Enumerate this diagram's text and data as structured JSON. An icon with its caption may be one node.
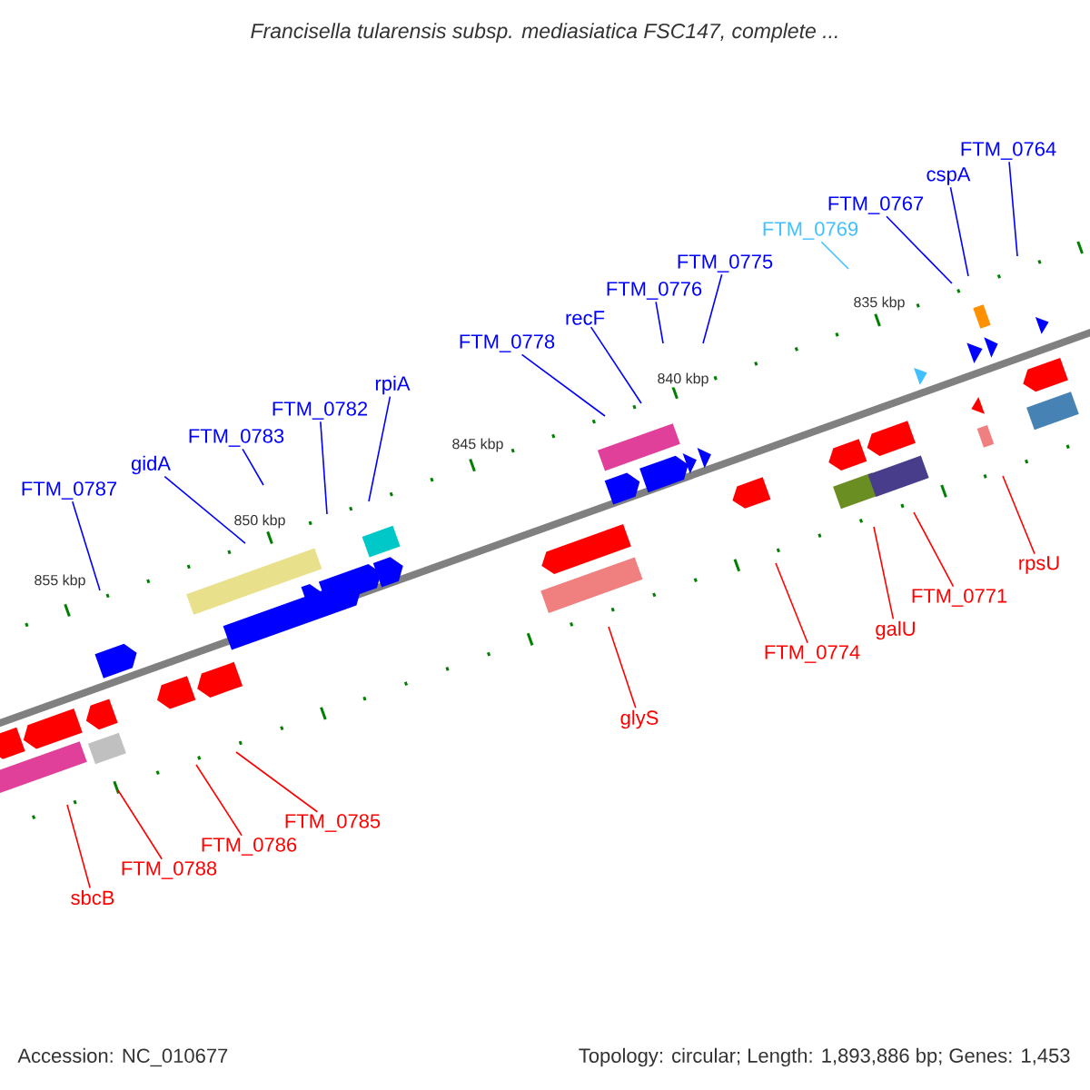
{
  "diagram": {
    "title": "Francisella tularensis subsp. mediasiatica FSC147, complete ...",
    "nodes": [
      {
        "text": [
          "FTM_0787"
        ]
      },
      {
        "text": [
          "gidA"
        ]
      },
      {
        "text": [
          "FTM_0783"
        ]
      },
      {
        "text": [
          "FTM_0782"
        ]
      },
      {
        "text": [
          "rpiA"
        ]
      },
      {
        "text": [
          "FTM_0778"
        ]
      },
      {
        "text": [
          "recF"
        ]
      },
      {
        "text": [
          "FTM_0776"
        ]
      },
      {
        "text": [
          "FTM_0775"
        ]
      },
      {
        "text": [
          "FTM_0769"
        ]
      },
      {
        "text": [
          "FTM_0767"
        ]
      },
      {
        "text": [
          "cspA"
        ]
      },
      {
        "text": [
          "FTM_0764"
        ]
      },
      {
        "text": [
          "sbcB"
        ]
      },
      {
        "text": [
          "FTM_0788"
        ]
      },
      {
        "text": [
          "FTM_0786"
        ]
      },
      {
        "text": [
          "FTM_0785"
        ]
      },
      {
        "text": [
          "glyS"
        ]
      },
      {
        "text": [
          "FTM_0774"
        ]
      },
      {
        "text": [
          "galU"
        ]
      },
      {
        "text": [
          "FTM_0771"
        ]
      },
      {
        "text": [
          "rpsU"
        ]
      }
    ],
    "edges": [
      {
        "from": 0,
        "to": null,
        "arrow": "none"
      },
      {
        "from": 1,
        "to": null,
        "arrow": "none"
      },
      {
        "from": 2,
        "to": null,
        "arrow": "none"
      },
      {
        "from": 3,
        "to": null,
        "arrow": "none"
      },
      {
        "from": 4,
        "to": null,
        "arrow": "none"
      },
      {
        "from": 5,
        "to": null,
        "arrow": "none"
      },
      {
        "from": 6,
        "to": null,
        "arrow": "none"
      },
      {
        "from": 7,
        "to": null,
        "arrow": "none"
      },
      {
        "from": 8,
        "to": null,
        "arrow": "none"
      },
      {
        "from": 9,
        "to": null,
        "arrow": "none",
        "color": "#40c0ff"
      },
      {
        "from": 10,
        "to": null,
        "arrow": "none"
      },
      {
        "from": 11,
        "to": null,
        "arrow": "none"
      },
      {
        "from": 12,
        "to": null,
        "arrow": "none"
      },
      {
        "from": 13,
        "to": null,
        "arrow": "none",
        "color": "#ff0000"
      },
      {
        "from": 14,
        "to": null,
        "arrow": "none",
        "color": "#ff0000"
      },
      {
        "from": 15,
        "to": null,
        "arrow": "none",
        "color": "#ff0000"
      },
      {
        "from": 16,
        "to": null,
        "arrow": "none",
        "color": "#ff0000"
      },
      {
        "from": 17,
        "to": null,
        "arrow": "none",
        "color": "#ff0000"
      },
      {
        "from": 18,
        "to": null,
        "arrow": "none",
        "color": "#ff0000"
      },
      {
        "from": 19,
        "to": null,
        "arrow": "none",
        "color": "#ff0000"
      },
      {
        "from": 20,
        "to": null,
        "arrow": "none",
        "color": "#ff0000"
      },
      {
        "from": 21,
        "to": null,
        "arrow": "none",
        "color": "#ff0000"
      }
    ],
    "labels": [
      "855 kbp",
      "850 kbp",
      "845 kbp",
      "840 kbp",
      "835 kbp",
      "Accession: NC_010677",
      "Topology: circular; Length: 1,893,886 bp; Genes: 1,453"
    ]
  }
}
